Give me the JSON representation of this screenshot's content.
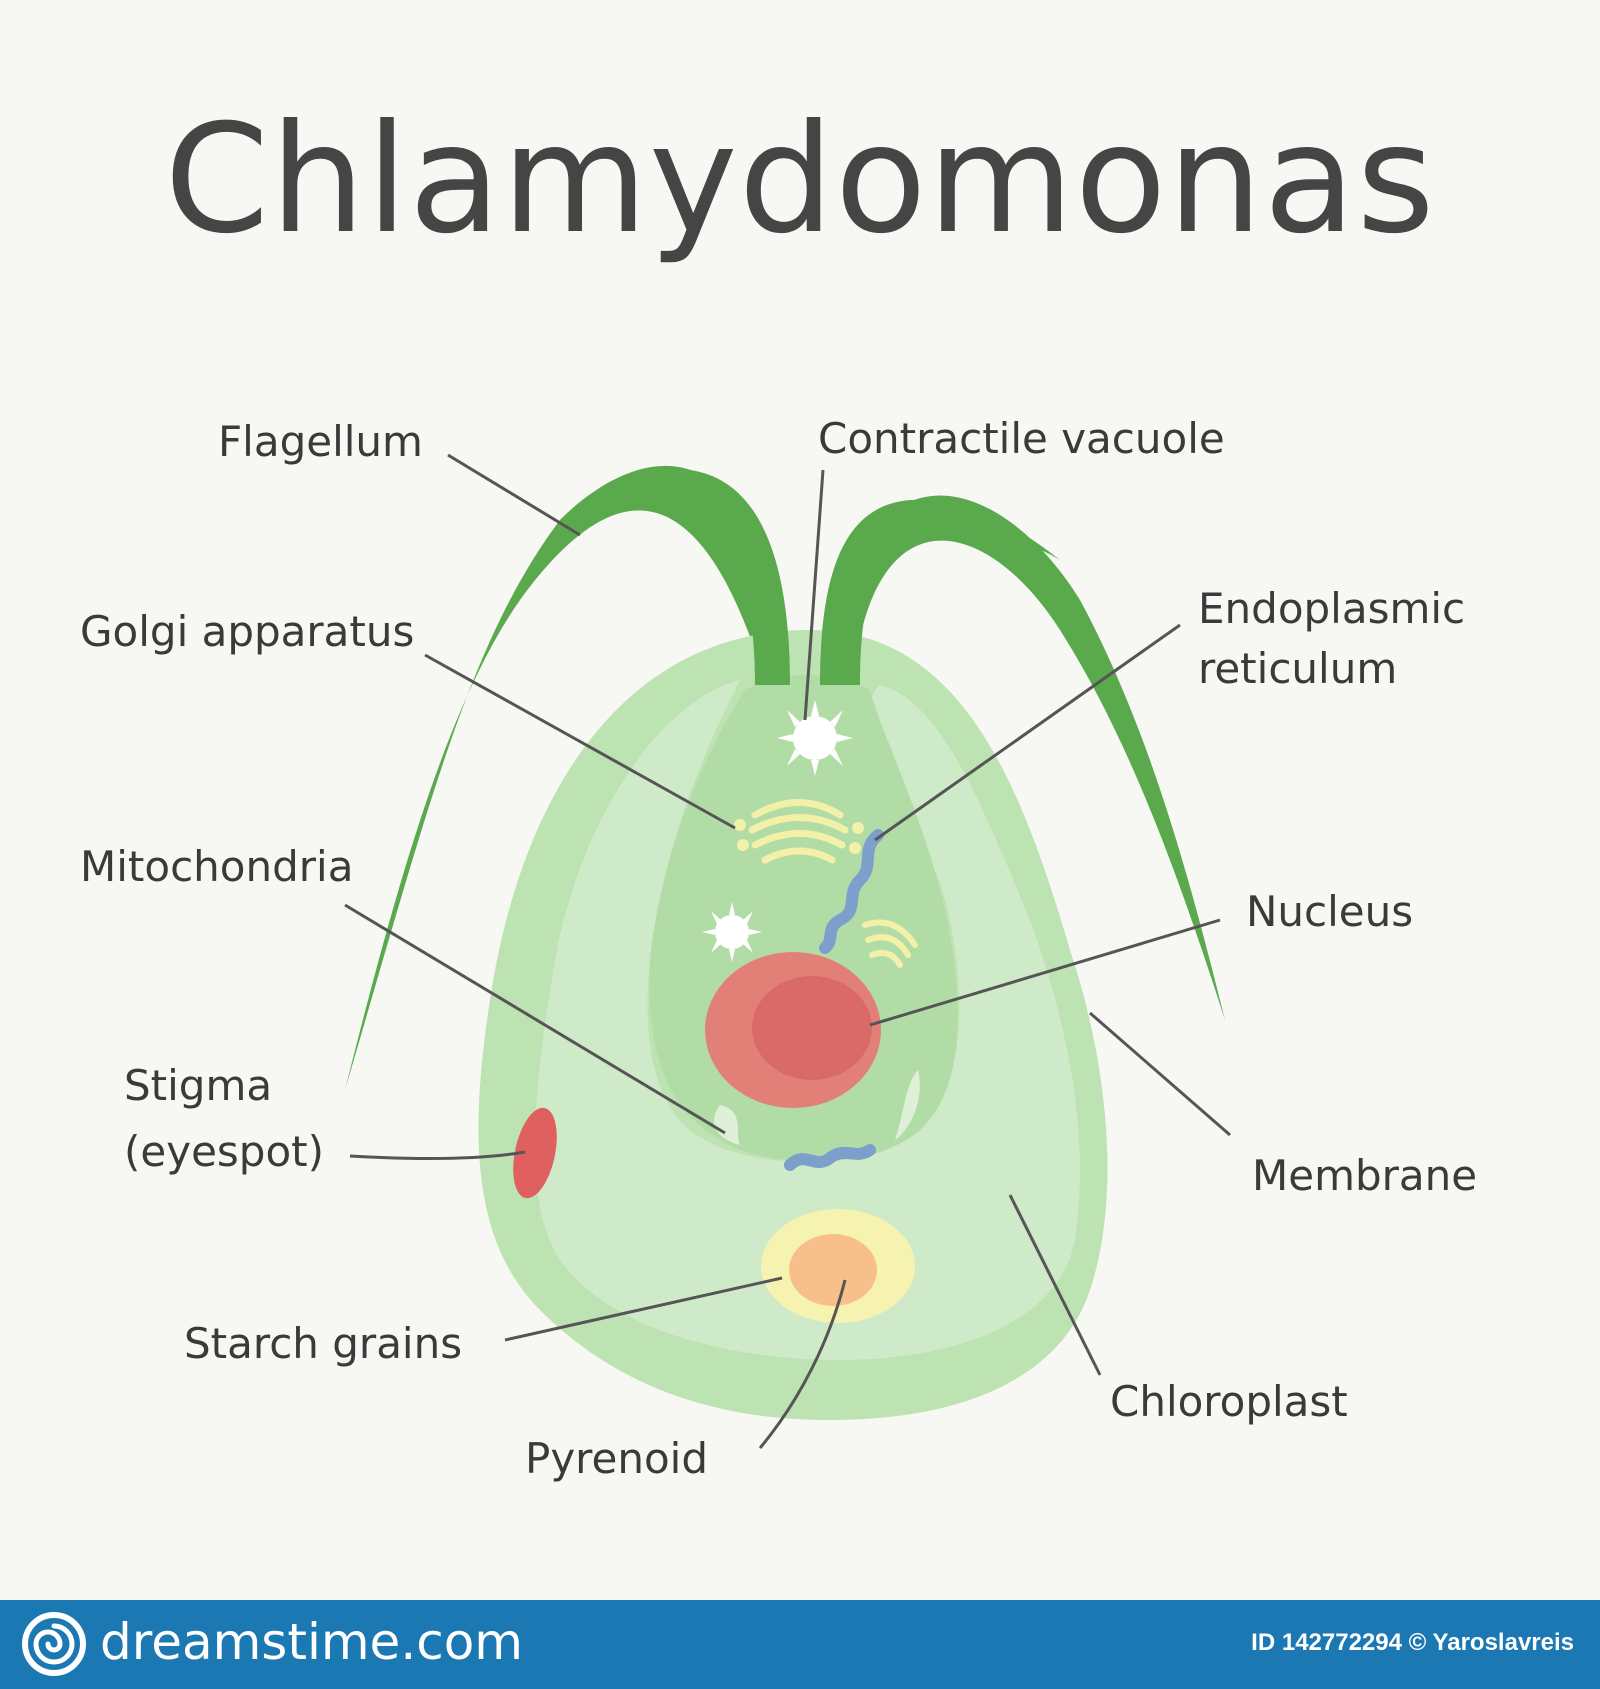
{
  "title": "Chlamydomonas",
  "labels": {
    "flagellum": "Flagellum",
    "contractile_vacuole": "Contractile vacuole",
    "golgi": "Golgi apparatus",
    "er_line1": "Endoplasmic",
    "er_line2": "reticulum",
    "mitochondria": "Mitochondria",
    "nucleus": "Nucleus",
    "stigma_line1": "Stigma",
    "stigma_line2": "(eyespot)",
    "membrane": "Membrane",
    "starch": "Starch grains",
    "chloroplast": "Chloroplast",
    "pyrenoid": "Pyrenoid"
  },
  "footer": {
    "brand": "dreamstime.com",
    "credit": "ID 142772294 © Yaroslavreis"
  },
  "colors": {
    "background": "#f7f7f4",
    "cell_outer": "#bde3b2",
    "chloroplast": "#cfeac8",
    "cytoplasm": "#b2dca5",
    "flagellum": "#5aaa4d",
    "nucleus_outer": "#e28078",
    "nucleus_inner": "#d96a68",
    "stigma": "#e06060",
    "starch": "#f6f3b0",
    "pyrenoid": "#f7c08b",
    "er": "#7c9fcc",
    "golgi": "#f3f1a8",
    "footer": "#1c78b2"
  }
}
